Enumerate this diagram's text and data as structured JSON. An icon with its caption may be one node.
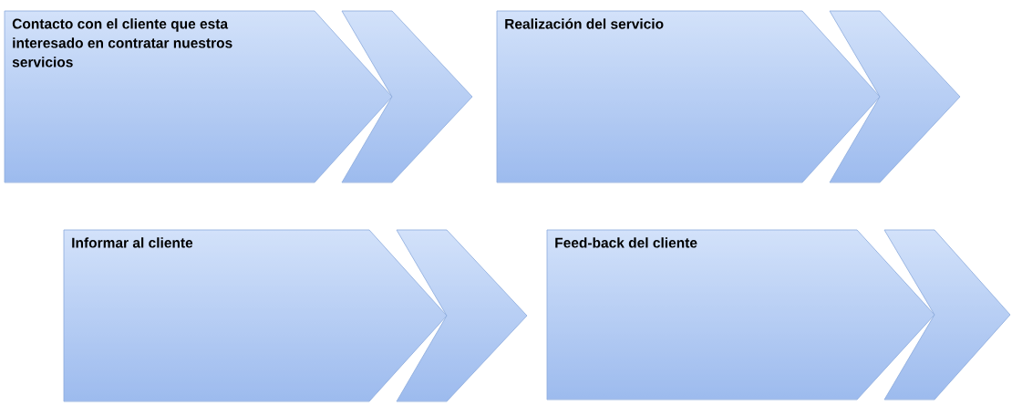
{
  "diagram": {
    "nodes": [
      {
        "text": [
          "Contacto con el cliente que esta interesado en contratar nuestros servicios"
        ]
      },
      {
        "text": [
          "Realización del servicio"
        ]
      },
      {
        "text": [
          "Informar al cliente"
        ]
      },
      {
        "text": [
          "Feed-back del cliente"
        ]
      }
    ]
  }
}
